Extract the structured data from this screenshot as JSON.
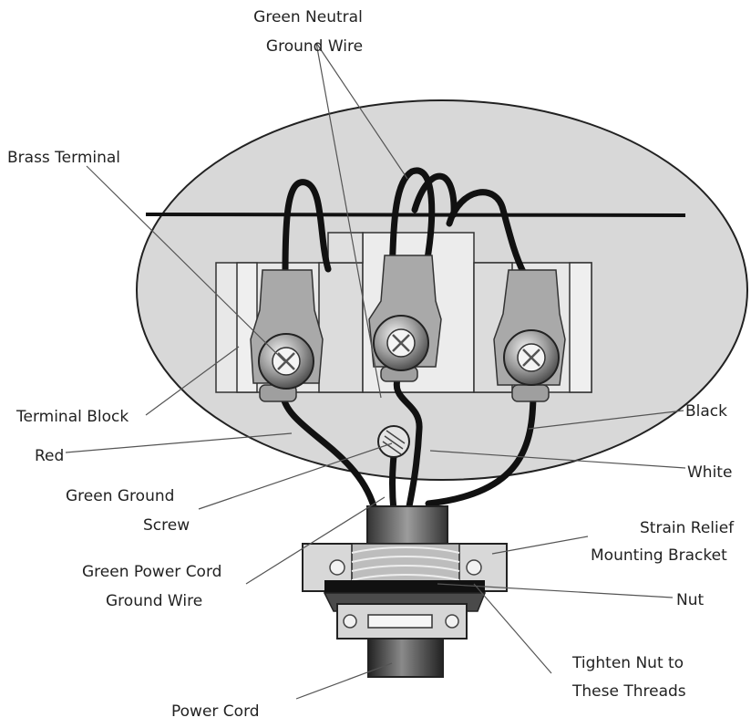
{
  "labels": {
    "green_neutral_1": "Green Neutral",
    "green_neutral_2": "Ground Wire",
    "brass_terminal": "Brass Terminal",
    "terminal_block": "Terminal Block",
    "red": "Red",
    "green_ground_1": "Green Ground",
    "green_ground_2": "Screw",
    "green_power_1": "Green Power Cord",
    "green_power_2": "Ground Wire",
    "power_cord": "Power Cord",
    "black": "Black",
    "white": "White",
    "strain_relief_1": "Strain Relief",
    "strain_relief_2": "Mounting Bracket",
    "nut": "Nut",
    "tighten_1": "Tighten Nut to",
    "tighten_2": "These Threads"
  },
  "colors": {
    "housing": "#d8d8d8",
    "terminal_block": "#e6e6e6",
    "clamp": "#a9a9a9",
    "wire": "#111111",
    "line": "#555555"
  }
}
